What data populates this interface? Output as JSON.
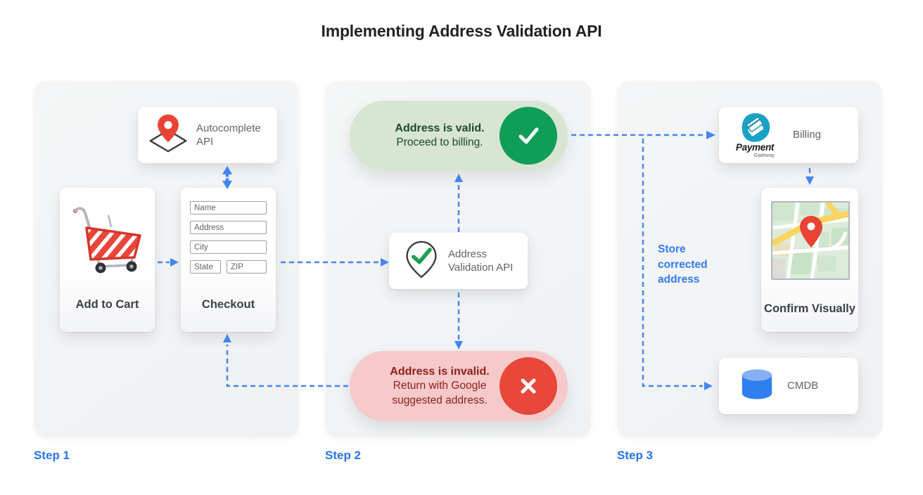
{
  "title": "Implementing Address Validation API",
  "colors": {
    "arrow_blue": "#4285f4",
    "step_label_blue": "#2575ea",
    "valid_green": "#0f9d58",
    "valid_pill_bg": "#d7e5d2",
    "valid_text": "#1e4b27",
    "invalid_red": "#e8473a",
    "invalid_pill_bg": "#f6caca",
    "invalid_text": "#8f1d1a"
  },
  "step_labels": [
    "Step 1",
    "Step 2",
    "Step 3"
  ],
  "step1": {
    "autocomplete_card": {
      "label": "Autocomplete API",
      "icon": "map-pin-diamond-icon"
    },
    "add_to_cart_card": {
      "label": "Add to Cart",
      "icon": "shopping-cart-icon"
    },
    "checkout_card": {
      "label": "Checkout",
      "fields": [
        {
          "placeholder": "Name"
        },
        {
          "placeholder": "Address"
        },
        {
          "placeholder": "City"
        },
        {
          "placeholder": "State"
        },
        {
          "placeholder": "ZIP"
        }
      ]
    }
  },
  "step2": {
    "valid_pill": {
      "title": "Address is valid.",
      "subtitle": "Proceed to billing.",
      "icon": "check-circle-icon"
    },
    "validation_card": {
      "label": "Address Validation API",
      "icon": "pin-check-icon"
    },
    "invalid_pill": {
      "title": "Address is invalid.",
      "subtitle": "Return with Google suggested address.",
      "icon": "x-circle-icon"
    }
  },
  "step3": {
    "billing_card": {
      "label": "Billing",
      "logo_title": "Payment",
      "logo_subtitle": "Gateway",
      "icon": "payment-gateway-logo"
    },
    "confirm_card": {
      "label": "Confirm Visually",
      "icon": "map-image"
    },
    "cmdb_card": {
      "label": "CMDB",
      "icon": "database-icon"
    },
    "store_corrected_label": "Store corrected address"
  }
}
